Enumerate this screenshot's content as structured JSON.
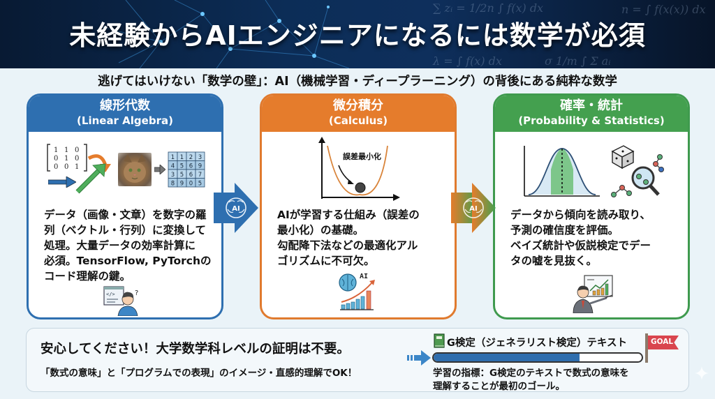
{
  "header": {
    "title": "未経験からAIエンジニアになるには数学が必須",
    "background_formulas": [
      "∑ zᵢ = 1/2n ∫ f(x) dx",
      "n = ∫ f(x(x)) dx",
      "λ = ∫ f(x) dx",
      "σ 1/m  ∫ Σ aᵢ"
    ]
  },
  "subtitle": "逃げてはいけない「数学の壁」：AI（機械学習・ディープラーニング）の背後にある純粋な数学",
  "cards": [
    {
      "title": "線形代数",
      "subtitle": "(Linear Algebra)",
      "color": "#2e6fb0",
      "matrix": [
        [
          "1",
          "1",
          "0"
        ],
        [
          "0",
          "1",
          "0"
        ],
        [
          "0",
          "0",
          "1"
        ]
      ],
      "grid": [
        [
          "1",
          "1",
          "2",
          "3"
        ],
        [
          "4",
          "5",
          "6",
          "9"
        ],
        [
          "3",
          "5",
          "6",
          "7"
        ],
        [
          "8",
          "9",
          "0",
          "5"
        ]
      ],
      "body": "データ（画像・文章）を数字の羅列（ベクトル・行列）に変換して処理。大量データの効率計算に必須。TensorFlow, PyTorchのコード理解の鍵。",
      "body_lines": [
        "データ（画像・文章）を数字の羅",
        "列（ベクトル・行列）に変換して",
        "処理。大量データの効率計算に",
        "必須。TensorFlow, PyTorchの",
        "コード理解の鍵。"
      ]
    },
    {
      "title": "微分積分",
      "subtitle": "(Calculus)",
      "color": "#e57c2c",
      "graph_label": "誤差最小化",
      "icon_label": "AI",
      "body_lines": [
        "AIが学習する仕組み（誤差の",
        "最小化）の基礎。",
        "勾配降下法などの最適化アル",
        "ゴリズムに不可欠。"
      ]
    },
    {
      "title": "確率・統計",
      "subtitle": "(Probability & Statistics)",
      "color": "#44a04f",
      "body_lines": [
        "データから傾向を読み取り、",
        "予測の確信度を評価。",
        "ベイズ統計や仮説検定でデー",
        "タの嘘を見抜く。"
      ]
    }
  ],
  "connectors": [
    {
      "label": "AI",
      "colors": [
        "#2e6fb0",
        "#2e6fb0"
      ]
    },
    {
      "label": "AI",
      "colors": [
        "#e57c2c",
        "#44a04f"
      ]
    }
  ],
  "bottom": {
    "reassure_title": "安心してください！大学数学科レベルの証明は不要。",
    "reassure_sub": "「数式の意味」と「プログラムでの表現」のイメージ・直感的理解でOK！",
    "book_title": "G検定（ジェネラリスト検定）テキスト",
    "progress": 0.7,
    "goal_label": "GOAL",
    "goal_lines": [
      "学習の指標：G検定のテキストで数式の意味を",
      "理解することが最初のゴール。"
    ]
  }
}
